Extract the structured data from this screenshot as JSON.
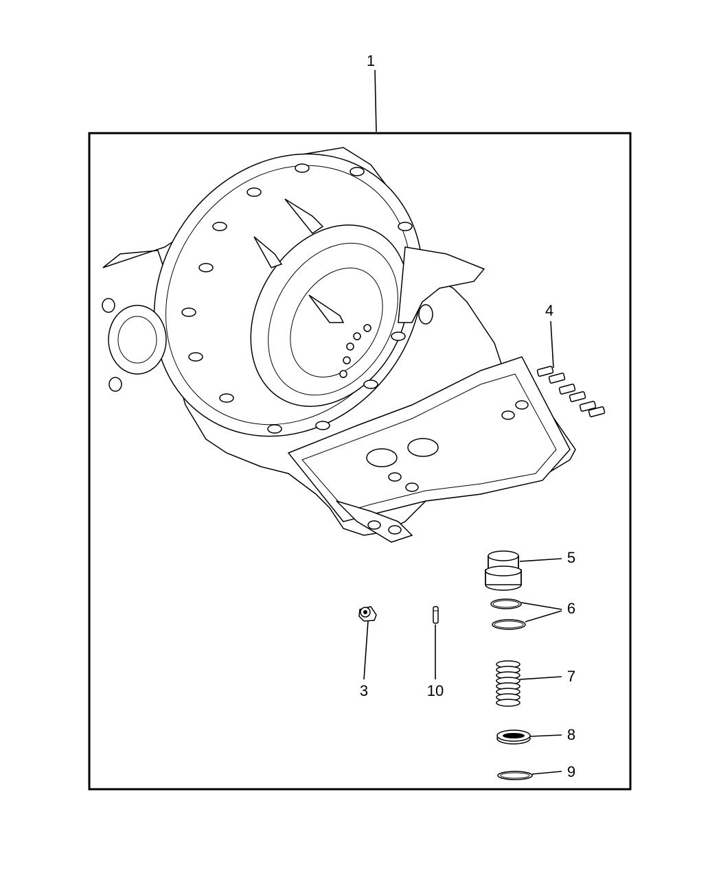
{
  "callouts": {
    "c1": "1",
    "c3": "3",
    "c4": "4",
    "c5": "5",
    "c6": "6",
    "c7": "7",
    "c8": "8",
    "c9": "9",
    "c10": "10"
  }
}
